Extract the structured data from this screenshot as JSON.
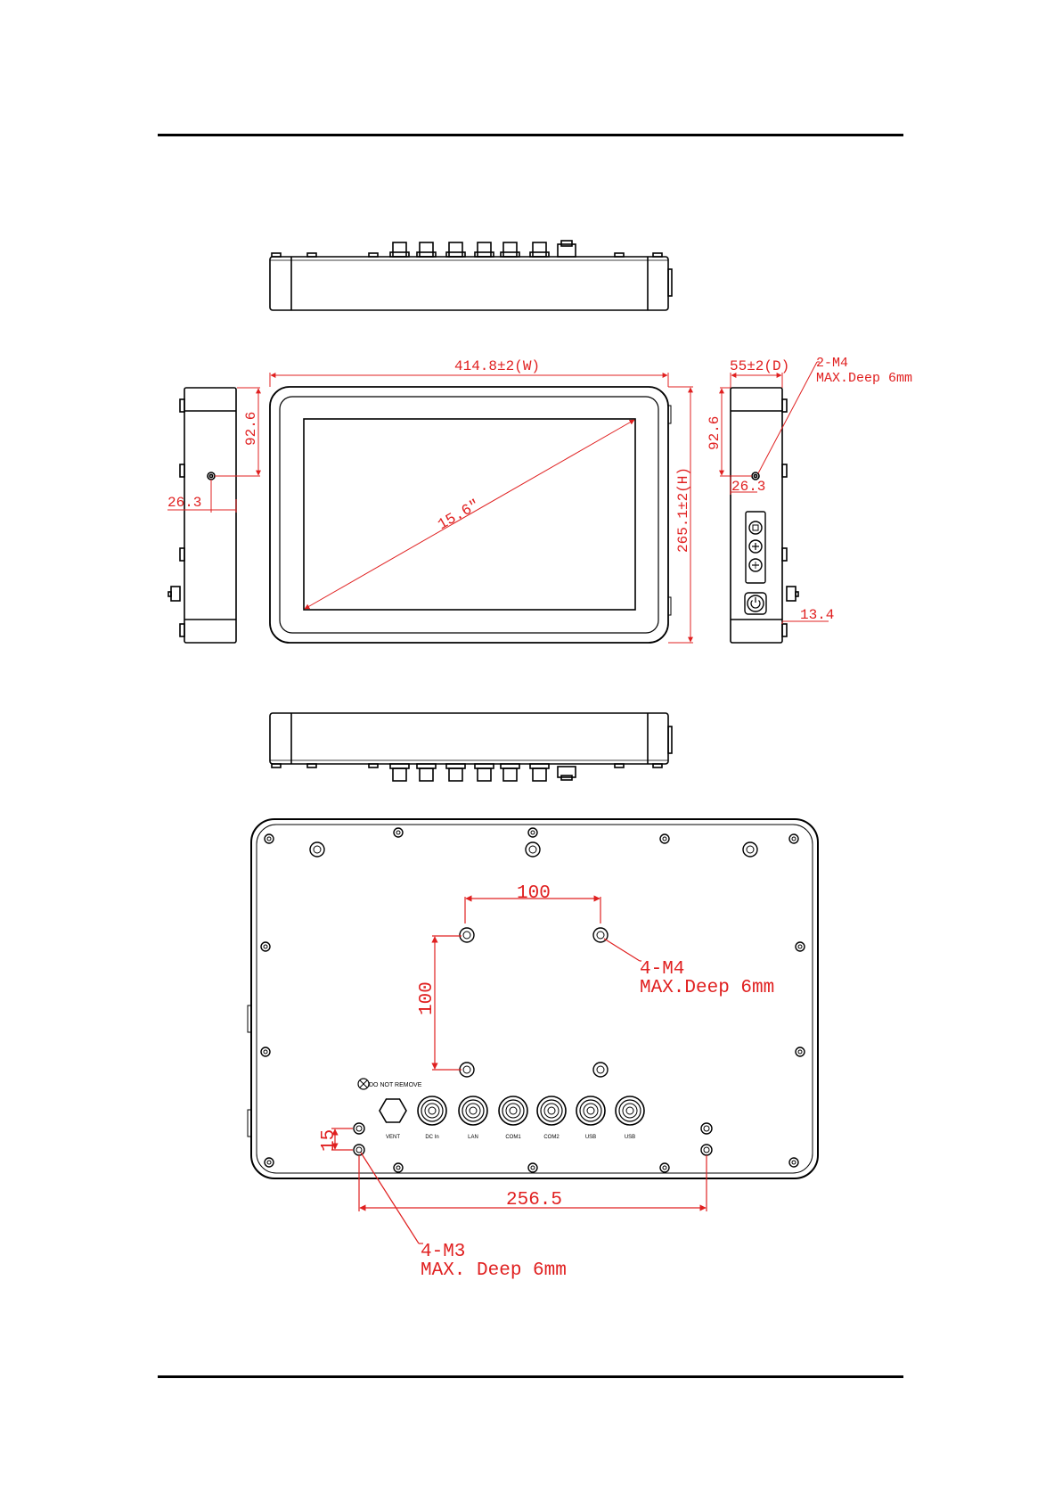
{
  "colors": {
    "line": "#000000",
    "dimension": "#e02020",
    "background": "#ffffff"
  },
  "front_view": {
    "width_dim": "414.8±2(W)",
    "height_dim": "265.1±2(H)",
    "diagonal": "15.6\""
  },
  "left_view": {
    "dim_vertical": "92.6",
    "dim_horizontal": "26.3"
  },
  "right_view": {
    "depth_dim": "55±2(D)",
    "hole_callout": "2-M4",
    "hole_depth": "MAX.Deep 6mm",
    "dim_vertical": "92.6",
    "dim_horizontal": "26.3",
    "dim_knob": "13.4",
    "buttons": [
      "osd-icon",
      "plus-icon",
      "minus-icon"
    ],
    "power_icon": "power-icon"
  },
  "rear_view": {
    "vesa_h": "100",
    "vesa_v": "100",
    "vesa_callout": "4-M4",
    "vesa_depth": "MAX.Deep 6mm",
    "warning_label": "DO NOT REMOVE",
    "connectors": [
      "VENT",
      "DC In",
      "LAN",
      "COM1",
      "COM2",
      "USB",
      "USB"
    ],
    "dim_pitch": "15",
    "dim_span": "256.5",
    "mount_callout": "4-M3",
    "mount_depth": "MAX.  Deep 6mm"
  }
}
